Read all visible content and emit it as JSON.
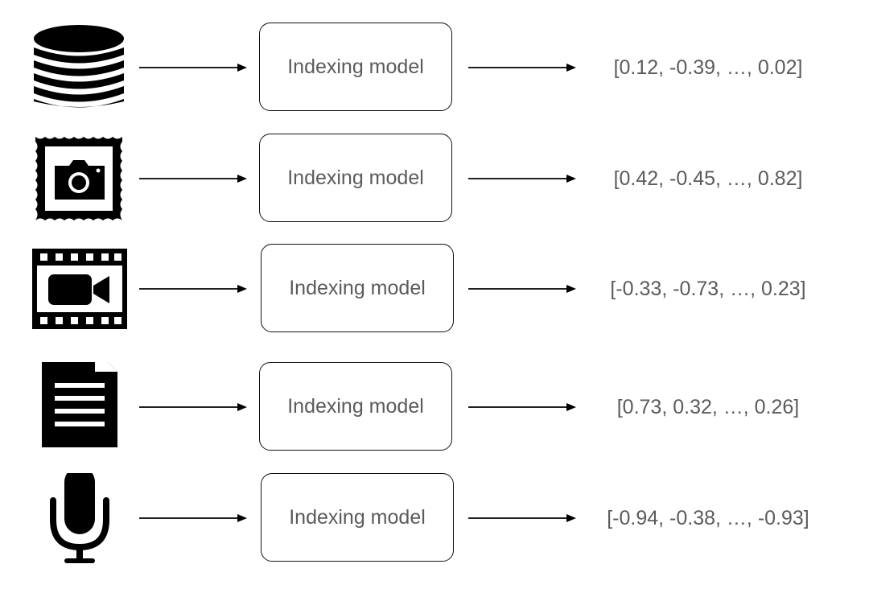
{
  "rows": [
    {
      "modality_icon": "database-icon",
      "model_label": "Indexing model",
      "vector": "[0.12, -0.39, …, 0.02]"
    },
    {
      "modality_icon": "image-icon",
      "model_label": "Indexing model",
      "vector": "[0.42, -0.45, …, 0.82]"
    },
    {
      "modality_icon": "video-icon",
      "model_label": "Indexing model",
      "vector": "[-0.33, -0.73, …, 0.23]"
    },
    {
      "modality_icon": "document-icon",
      "model_label": "Indexing model",
      "vector": "[0.73, 0.32, …, 0.26]"
    },
    {
      "modality_icon": "microphone-icon",
      "model_label": "Indexing model",
      "vector": "[-0.94, -0.38, …, -0.93]"
    }
  ],
  "colors": {
    "icon": "#000000",
    "box_border": "#111111",
    "text": "#5b5b5b",
    "arrow": "#000000"
  }
}
